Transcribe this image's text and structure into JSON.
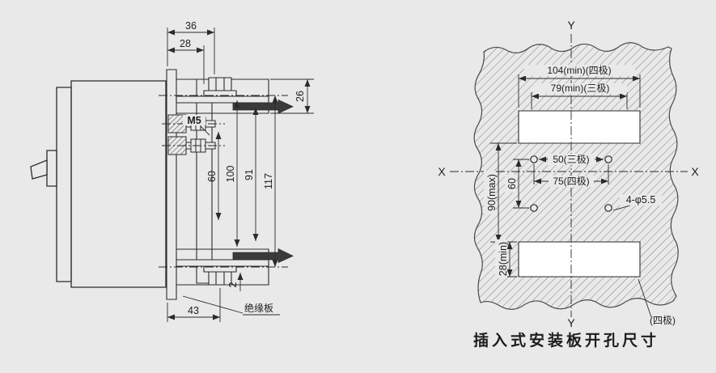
{
  "colors": {
    "bg": "#e9e9e9",
    "line": "#2b2b2b",
    "blade": "#3a3a3a"
  },
  "caption": "插入式安装板开孔尺寸",
  "left_view": {
    "dim_36": "36",
    "dim_28": "28",
    "dim_26": "26",
    "thread_label": "M5",
    "dim_60": "60",
    "dim_100": "100",
    "dim_91": "91",
    "dim_117": "117",
    "dim_2": "2",
    "dim_43": "43",
    "insulation_label": "绝缘板"
  },
  "right_view": {
    "axis_x_left": "X",
    "axis_x_right": "X",
    "axis_y_top": "Y",
    "axis_y_bottom": "Y",
    "dim_104": "104(min)(四极)",
    "dim_79": "79(min)(三极)",
    "dim_50": "50(三极)",
    "dim_75": "75(四极)",
    "dim_60": "60",
    "dim_90": "90(max)",
    "dim_28": "28(min)",
    "holes_label": "4-φ5.5",
    "four_pole_label": "(四极)"
  }
}
